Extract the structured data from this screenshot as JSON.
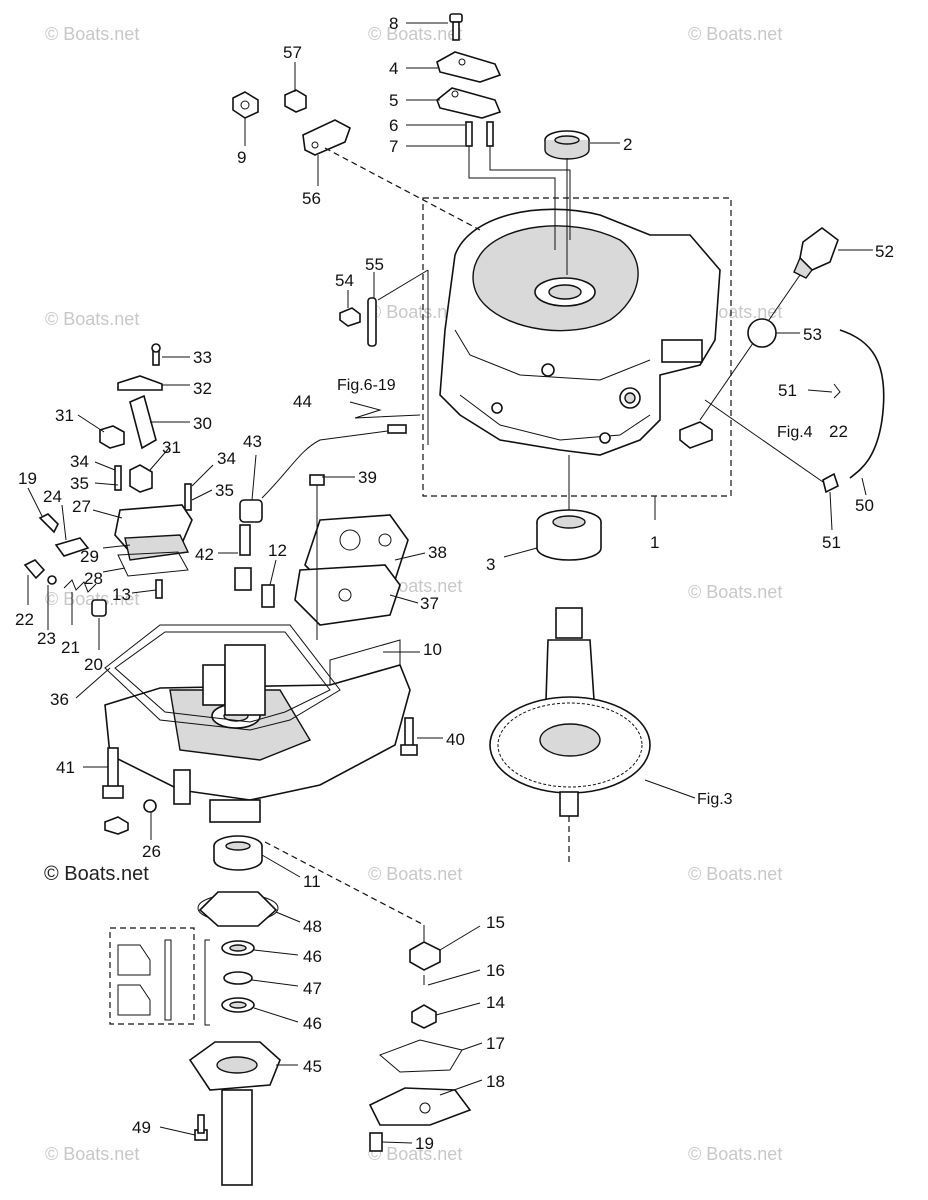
{
  "watermark": "© Boats.net",
  "copyright": "© Boats.net",
  "callouts": {
    "c1": "1",
    "c2": "2",
    "c3": "3",
    "c4": "4",
    "c5": "5",
    "c6": "6",
    "c7": "7",
    "c8": "8",
    "c9": "9",
    "c10": "10",
    "c11": "11",
    "c12": "12",
    "c13": "13",
    "c14": "14",
    "c15": "15",
    "c16": "16",
    "c17": "17",
    "c18": "18",
    "c19a": "19",
    "c19b": "19",
    "c20": "20",
    "c21": "21",
    "c22a": "22",
    "c23": "23",
    "c24": "24",
    "c26": "26",
    "c27": "27",
    "c28": "28",
    "c29": "29",
    "c30": "30",
    "c31a": "31",
    "c31b": "31",
    "c32": "32",
    "c33": "33",
    "c34a": "34",
    "c34b": "34",
    "c35a": "35",
    "c35b": "35",
    "c36": "36",
    "c37": "37",
    "c38": "38",
    "c39": "39",
    "c40": "40",
    "c41": "41",
    "c42": "42",
    "c43": "43",
    "c44": "44",
    "c45": "45",
    "c46a": "46",
    "c46b": "46",
    "c47": "47",
    "c48": "48",
    "c49": "49",
    "c50": "50",
    "c51a": "51",
    "c51b": "51",
    "c52": "52",
    "c53": "53",
    "c54": "54",
    "c55": "55",
    "c56": "56",
    "c57": "57"
  },
  "references": {
    "fig6_19": "Fig.6-19",
    "fig3": "Fig.3",
    "fig4": "Fig.4",
    "fig4_num": "22"
  }
}
